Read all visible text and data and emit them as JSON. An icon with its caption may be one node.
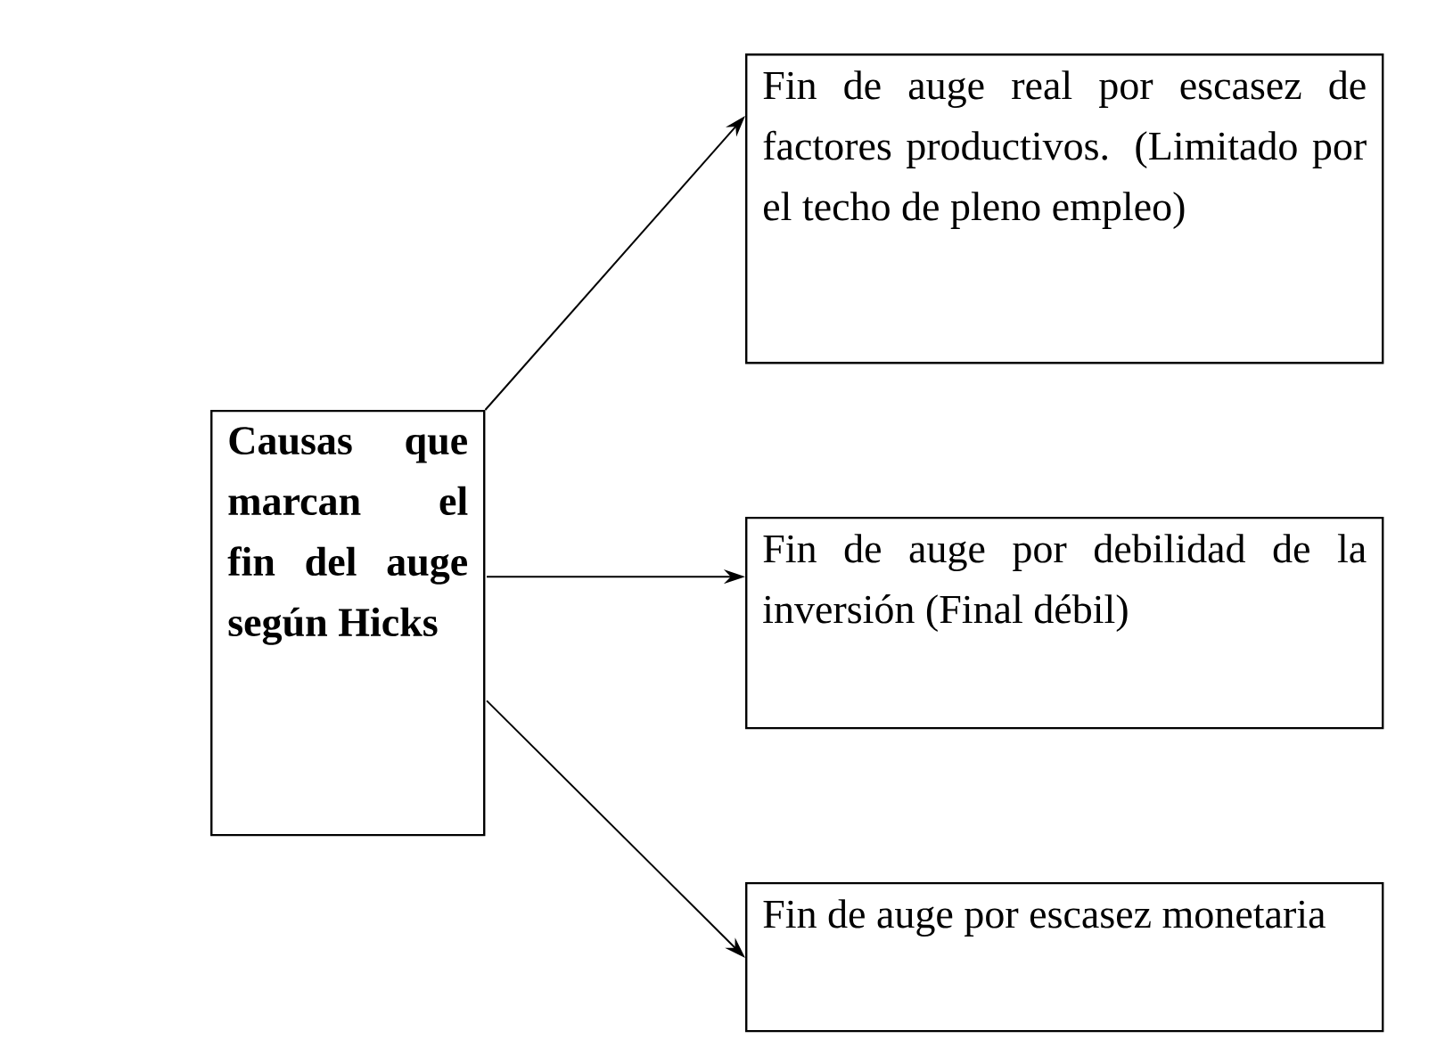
{
  "diagram": {
    "nodes": [
      {
        "text": [
          "Causas que marcan el fin del auge según Hicks"
        ]
      },
      {
        "text": [
          "Fin de auge real por escasez de factores productivos. (Limitado por el techo de pleno empleo)"
        ]
      },
      {
        "text": [
          "Fin de auge por debilidad de la inversión (Final débil)"
        ]
      },
      {
        "text": [
          "Fin de auge por escasez monetaria"
        ]
      }
    ],
    "edges": [
      {
        "from": 0,
        "to": 1,
        "arrow": "to"
      },
      {
        "from": 0,
        "to": 2,
        "arrow": "to"
      },
      {
        "from": 0,
        "to": 3,
        "arrow": "to"
      }
    ]
  }
}
